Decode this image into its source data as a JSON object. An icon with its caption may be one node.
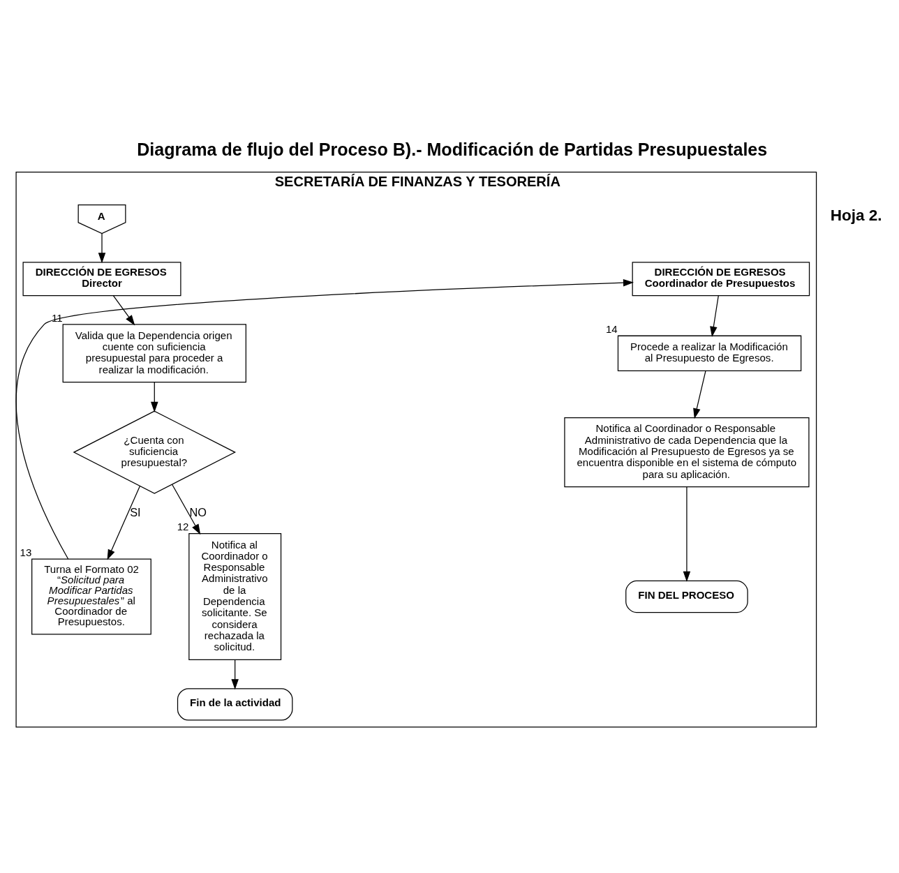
{
  "diagram": {
    "title": "Diagrama de flujo del Proceso B).- Modificación de Partidas Presupuestales",
    "nodes": [
      {
        "text": [
          "SECRETARÍA DE FINANZAS Y TESORERÍA"
        ]
      },
      {
        "text": [
          "A"
        ],
        "in": 0
      },
      {
        "text": [
          "DIRECCIÓN DE EGRESOS",
          "Director"
        ],
        "in": 0
      },
      {
        "text": [
          "Valida que la Dependencia origen cuente con suficiencia presupuestal para proceder a realizar la modificación."
        ],
        "in": 0,
        "beside": [
          "11"
        ]
      },
      {
        "text": [
          "¿Cuenta con suficiencia presupuestal?"
        ],
        "in": 0
      },
      {
        "text": [
          "Notifica al Coordinador o Responsable Administrativo de la Dependencia solicitante. Se considera rechazada la solicitud."
        ],
        "in": 0,
        "beside": [
          "12"
        ]
      },
      {
        "text": [
          "Fin de la actividad"
        ],
        "in": 0
      },
      {
        "text": [
          "Turna el Formato 02 “*Solicitud para Modificar Partidas Presupuestales*” al Coordinador de Presupuestos."
        ],
        "in": 0,
        "beside": [
          "13"
        ]
      },
      {
        "text": [
          "DIRECCIÓN DE EGRESOS",
          "Coordinador de Presupuestos"
        ],
        "in": 0
      },
      {
        "text": [
          "Procede a realizar la Modificación al Presupuesto de Egresos."
        ],
        "in": 0,
        "beside": [
          "14"
        ]
      },
      {
        "text": [
          "Notifica al Coordinador o Responsable Administrativo de cada Dependencia que la Modificación al Presupuesto de Egresos ya se encuentra disponible en el sistema de cómputo para su aplicación."
        ],
        "in": 0
      },
      {
        "text": [
          "FIN DEL PROCESO"
        ],
        "in": 0
      }
    ],
    "edges": [
      {
        "from": 1,
        "to": 2,
        "arrow": "to"
      },
      {
        "from": 2,
        "to": 3,
        "arrow": "to"
      },
      {
        "from": 3,
        "to": 4,
        "arrow": "to"
      },
      {
        "from": 4,
        "to": 5,
        "arrow": "to",
        "label": "NO"
      },
      {
        "from": 4,
        "to": 7,
        "arrow": "to",
        "label": "SI"
      },
      {
        "from": 5,
        "to": 6,
        "arrow": "to"
      },
      {
        "from": 7,
        "to": 8,
        "arrow": "to"
      },
      {
        "from": 8,
        "to": 9,
        "arrow": "to"
      },
      {
        "from": 9,
        "to": 10,
        "arrow": "to"
      },
      {
        "from": 10,
        "to": 11,
        "arrow": "to"
      }
    ],
    "labels": [
      "Hoja 2."
    ]
  }
}
